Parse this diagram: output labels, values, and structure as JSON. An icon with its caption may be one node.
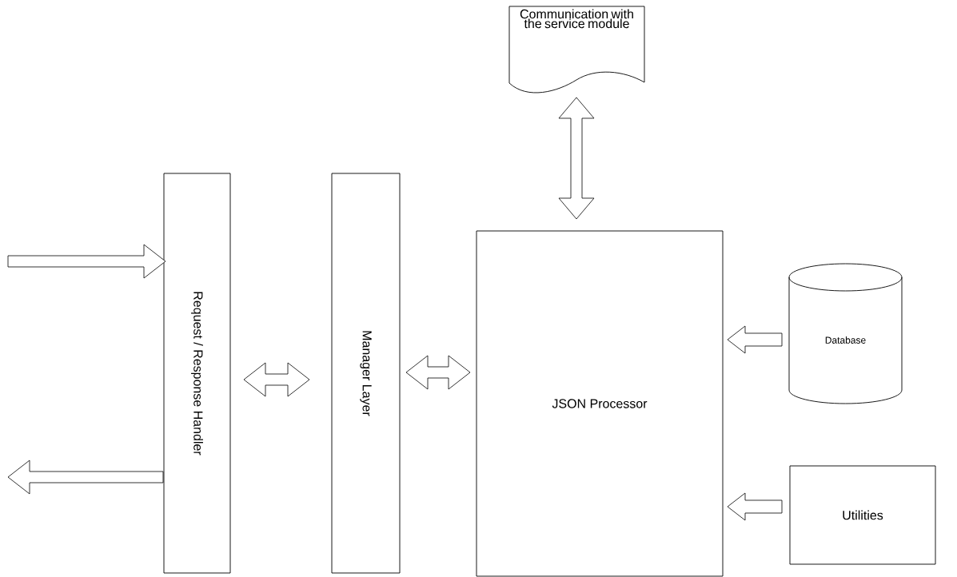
{
  "diagram": {
    "nodes": [
      {
        "text": [
          "Request / Response Handler"
        ]
      },
      {
        "text": [
          "Manager Layer"
        ]
      },
      {
        "text": [
          "JSON Processor"
        ]
      },
      {
        "text": [
          "Communication with the service module"
        ]
      },
      {
        "text": [
          "Database"
        ]
      },
      {
        "text": [
          "Utilities"
        ]
      }
    ],
    "edges": [
      {
        "from": null,
        "to": 0,
        "arrow": "to"
      },
      {
        "from": 0,
        "to": null,
        "arrow": "to"
      },
      {
        "from": 0,
        "to": 1,
        "arrow": "both"
      },
      {
        "from": 1,
        "to": 2,
        "arrow": "both"
      },
      {
        "from": 3,
        "to": 2,
        "arrow": "both"
      },
      {
        "from": 4,
        "to": 2,
        "arrow": "to"
      },
      {
        "from": 5,
        "to": 2,
        "arrow": "to"
      }
    ]
  }
}
